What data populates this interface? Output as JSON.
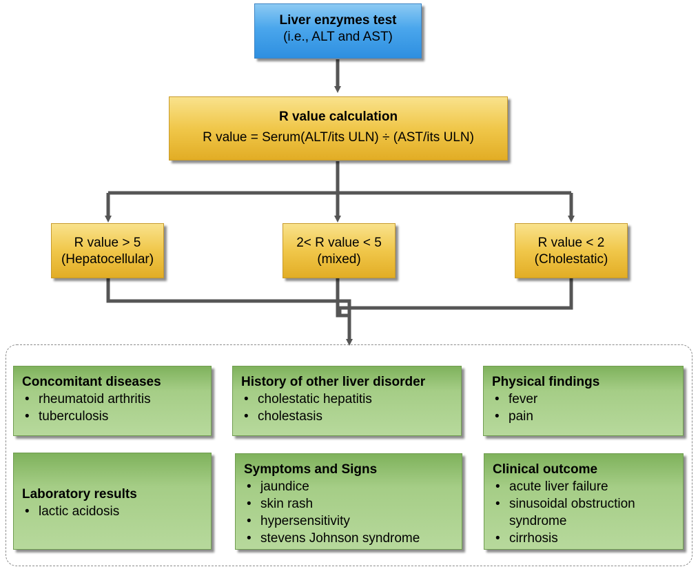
{
  "top_box": {
    "title": "Liver enzymes test",
    "subtitle": "(i.e., ALT and AST)"
  },
  "calc_box": {
    "title": "R value calculation",
    "formula": "R value = Serum(ALT/its ULN) ÷ (AST/its ULN)"
  },
  "categories": [
    {
      "line1": "R value > 5",
      "line2": "(Hepatocellular)"
    },
    {
      "line1": "2< R value < 5",
      "line2": "(mixed)"
    },
    {
      "line1": "R value < 2",
      "line2": "(Cholestatic)"
    }
  ],
  "factors": [
    {
      "title": "Concomitant diseases",
      "items": [
        "rheumatoid arthritis",
        "tuberculosis"
      ]
    },
    {
      "title": "History of other liver disorder",
      "items": [
        "cholestatic hepatitis",
        "cholestasis"
      ]
    },
    {
      "title": "Physical findings",
      "items": [
        "fever",
        "pain"
      ]
    },
    {
      "title": "Laboratory results",
      "items": [
        "lactic acidosis"
      ]
    },
    {
      "title": "Symptoms and Signs",
      "items": [
        "jaundice",
        "skin rash",
        "hypersensitivity",
        "stevens Johnson syndrome"
      ]
    },
    {
      "title": "Clinical outcome",
      "items": [
        "acute liver failure",
        "sinusoidal obstruction syndrome",
        "cirrhosis"
      ]
    }
  ],
  "colors": {
    "connector": "#555555",
    "blue": "#4aa6ec",
    "gold": "#f0c74a",
    "green": "#a5cd86"
  }
}
